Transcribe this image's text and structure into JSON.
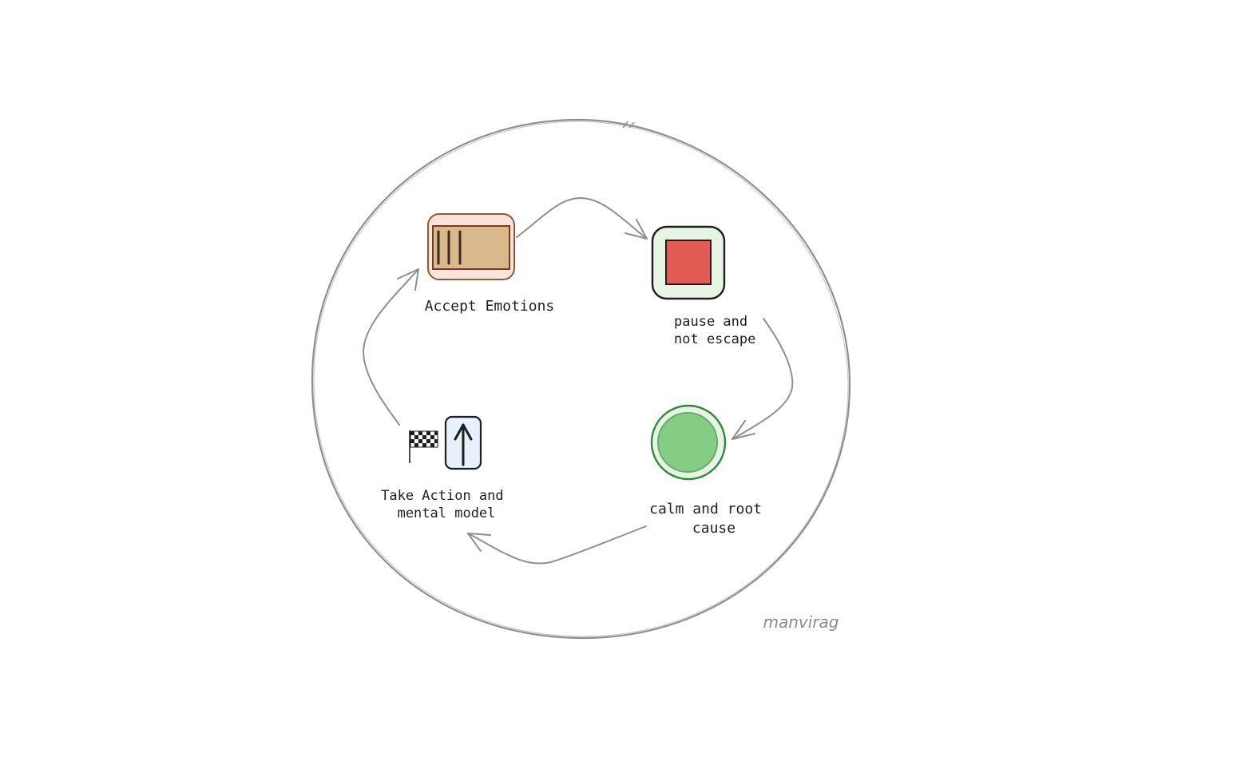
{
  "diagram": {
    "steps": [
      {
        "id": "accept-emotions",
        "label_lines": [
          "Accept Emotions"
        ],
        "icon": "tally-board-icon",
        "fill": "#d9b88c",
        "background": "#fbe3d9",
        "stroke": "#8a5a3b"
      },
      {
        "id": "pause",
        "label_lines": [
          "pause and",
          "not escape"
        ],
        "icon": "stop-square-icon",
        "fill": "#e35b55",
        "background": "#e6f4e3",
        "stroke": "#1e1e1e"
      },
      {
        "id": "calm",
        "label_lines": [
          "calm and root",
          "cause"
        ],
        "icon": "green-circle-icon",
        "fill": "#85cc85",
        "background": "#e6f4e3",
        "stroke": "#2f8a3a"
      },
      {
        "id": "take-action",
        "label_lines": [
          "Take Action and",
          "mental model"
        ],
        "icon": "up-arrow-icon",
        "extra_icon": "checkered-flag-icon",
        "fill": "#e6f1fb",
        "stroke": "#1e1e1e"
      }
    ],
    "signature": "manvirag",
    "connector_color": "#8f8f8f",
    "outer_circle_color": "#8f8f8f"
  }
}
